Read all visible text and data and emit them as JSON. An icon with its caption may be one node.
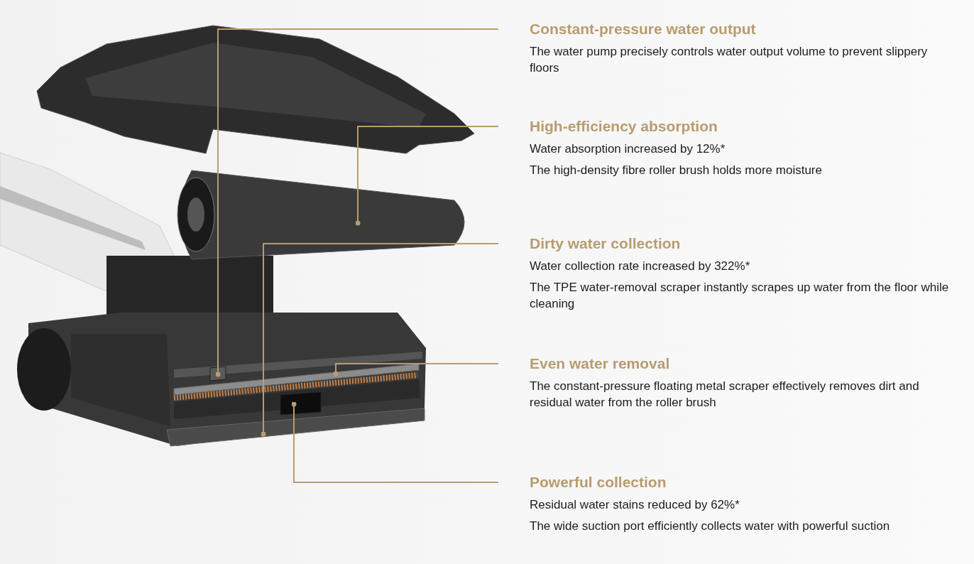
{
  "diagram": {
    "nodes": [
      {
        "text": [
          "Constant-pressure water output",
          "The water pump precisely controls water output volume to prevent slippery floors"
        ]
      },
      {
        "text": [
          "High-efficiency absorption",
          "Water absorption increased by 12%*",
          "The high-density fibre roller brush holds more moisture"
        ]
      },
      {
        "text": [
          "Dirty water collection",
          "Water collection rate increased by 322%*",
          "The TPE water-removal scraper instantly scrapes up water from the floor while cleaning"
        ]
      },
      {
        "text": [
          "Even water removal",
          "The constant-pressure floating metal scraper effectively removes dirt and residual water from the roller brush"
        ]
      },
      {
        "text": [
          "Powerful collection",
          "Residual water stains reduced by 62%*",
          "The wide suction port efficiently collects water with powerful suction"
        ]
      },
      {
        "text": [],
        "shape": "box"
      },
      {
        "text": [],
        "shape": "cylinder"
      },
      {
        "text": [],
        "shape": "bar"
      },
      {
        "text": [],
        "shape": "bar"
      },
      {
        "text": [],
        "shape": "box"
      }
    ],
    "edges": [
      {
        "from": 0,
        "to": 5,
        "arrow": "other"
      },
      {
        "from": 1,
        "to": 6,
        "arrow": "other"
      },
      {
        "from": 2,
        "to": 8,
        "arrow": "other"
      },
      {
        "from": 3,
        "to": 7,
        "arrow": "other"
      },
      {
        "from": 4,
        "to": 9,
        "arrow": "other"
      }
    ]
  }
}
